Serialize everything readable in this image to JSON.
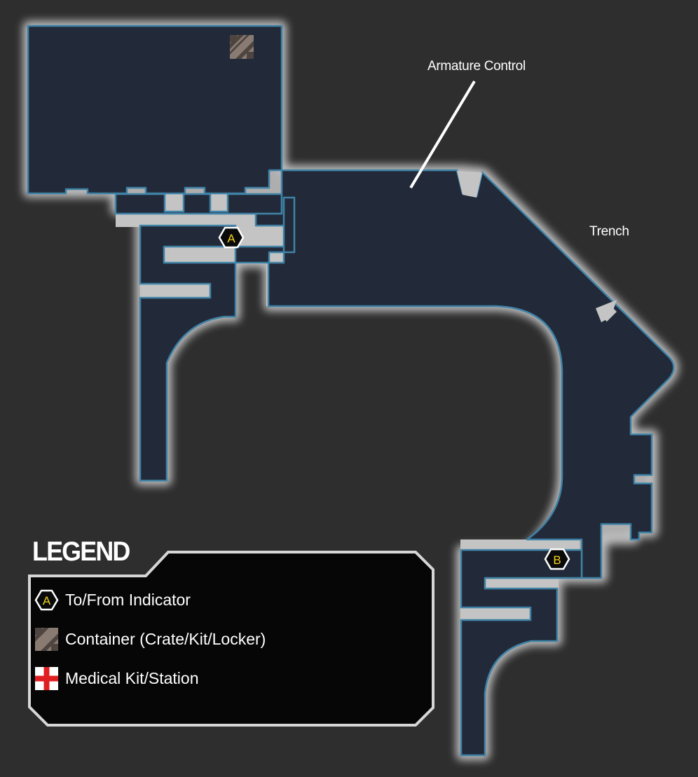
{
  "labels": {
    "armature_control": "Armature Control",
    "trench": "Trench"
  },
  "markers": {
    "a": "A",
    "b": "B"
  },
  "legend": {
    "title": "LEGEND",
    "items": [
      {
        "icon": "hexagon-marker-icon",
        "marker_letter": "A",
        "label": "To/From Indicator"
      },
      {
        "icon": "container-crate-icon",
        "label": "Container (Crate/Kit/Locker)"
      },
      {
        "icon": "medical-cross-icon",
        "label": "Medical Kit/Station"
      }
    ]
  },
  "colors": {
    "background": "#2e2e2e",
    "room_fill": "#222a3a",
    "room_edge": "#3f82a6",
    "wall_glow": "#cfcfcf",
    "marker_yellow": "#f4d21a",
    "crate": "#8a7b72",
    "medical_red": "#e02020",
    "legend_fill": "#060606"
  }
}
